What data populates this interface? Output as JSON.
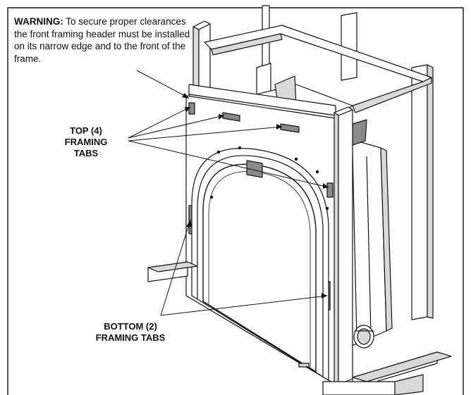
{
  "warning": {
    "heading": "WARNING:",
    "body": "To secure proper clearances the front framing header must be installed on its narrow edge and to the front of the frame."
  },
  "callouts": {
    "top_line1": "TOP (4)",
    "top_line2": "FRAMING",
    "top_line3": "TABS",
    "bottom_line1": "BOTTOM (2)",
    "bottom_line2": "FRAMING TABS"
  },
  "colors": {
    "line": "#111111",
    "fill": "#ffffff",
    "shade": "#d9d9d9",
    "dark": "#8a8a8a"
  },
  "icons": [
    "fireplace-insert-illustration",
    "wood-framing-illustration",
    "vent-pipe-illustration"
  ]
}
